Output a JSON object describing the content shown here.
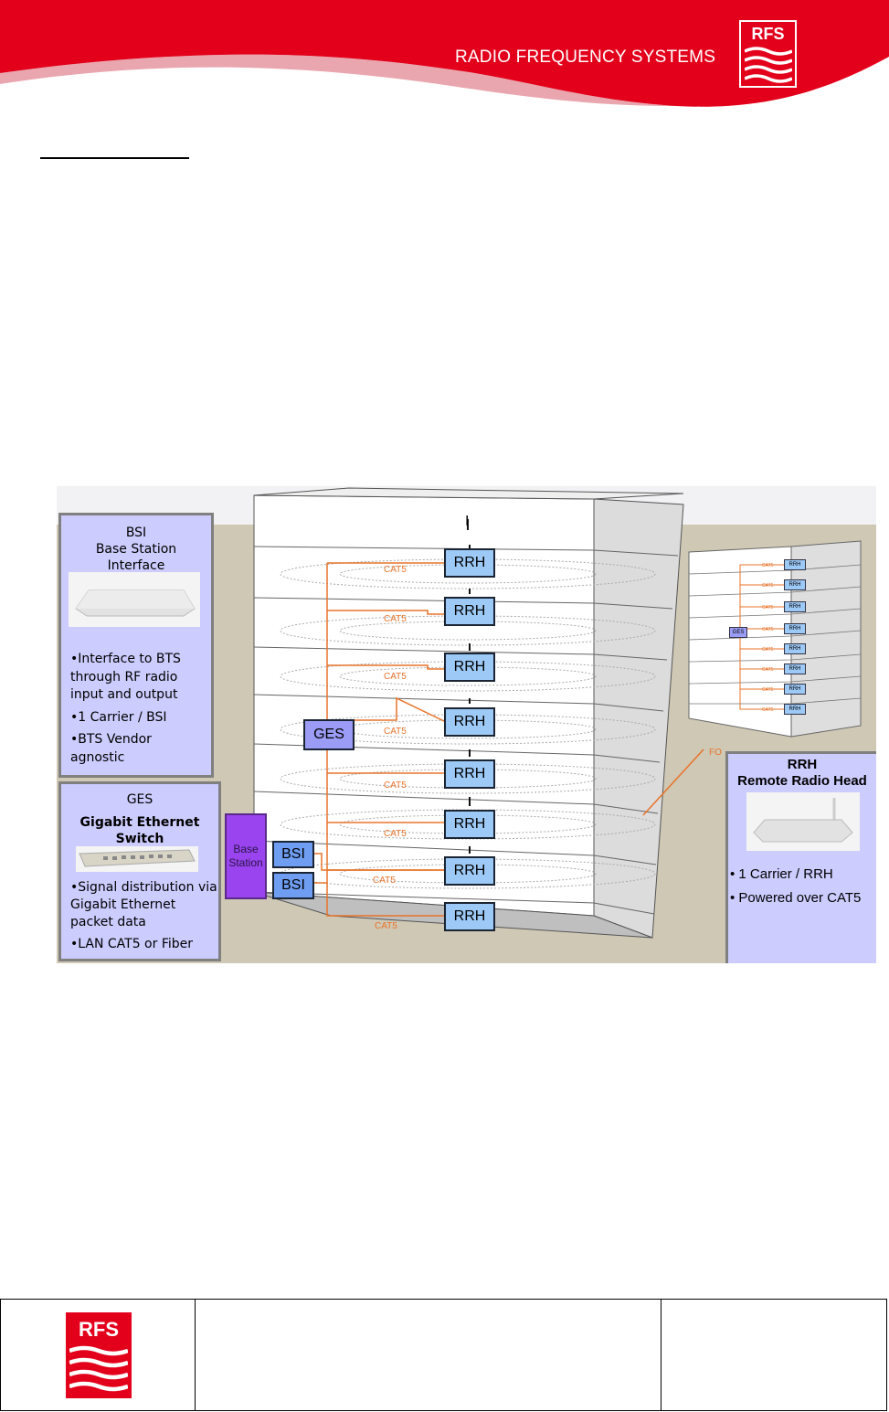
{
  "header": {
    "brand_name": "RADIO FREQUENCY SYSTEMS",
    "logo_text": "RFS",
    "brand_color": "#e3001b"
  },
  "diagram": {
    "bsi_panel": {
      "title_line1": "BSI",
      "title_line2": "Base Station",
      "title_line3": "Interface",
      "bullets": [
        "•Interface to BTS through RF radio input and output",
        "•1 Carrier / BSI",
        "•BTS Vendor agnostic"
      ]
    },
    "ges_panel": {
      "title_line1": "GES",
      "title_line2": "Gigabit Ethernet",
      "title_line3": "Switch",
      "bullets": [
        "•Signal distribution via Gigabit Ethernet packet data",
        "•LAN CAT5 or Fiber"
      ]
    },
    "rrh_panel": {
      "title_line1": "RRH",
      "title_line2": "Remote Radio Head",
      "bullets": [
        "• 1 Carrier / RRH",
        "• Powered over CAT5"
      ]
    },
    "building_top_label": "I",
    "rrh_label": "RRH",
    "ges_label": "GES",
    "bsi_label": "BSI",
    "base_station_label_line1": "Base",
    "base_station_label_line2": "Station",
    "cable_label": "CAT5",
    "fiber_label": "FO",
    "mini_ges_label": "GES"
  },
  "footer": {
    "logo_text": "RFS"
  }
}
